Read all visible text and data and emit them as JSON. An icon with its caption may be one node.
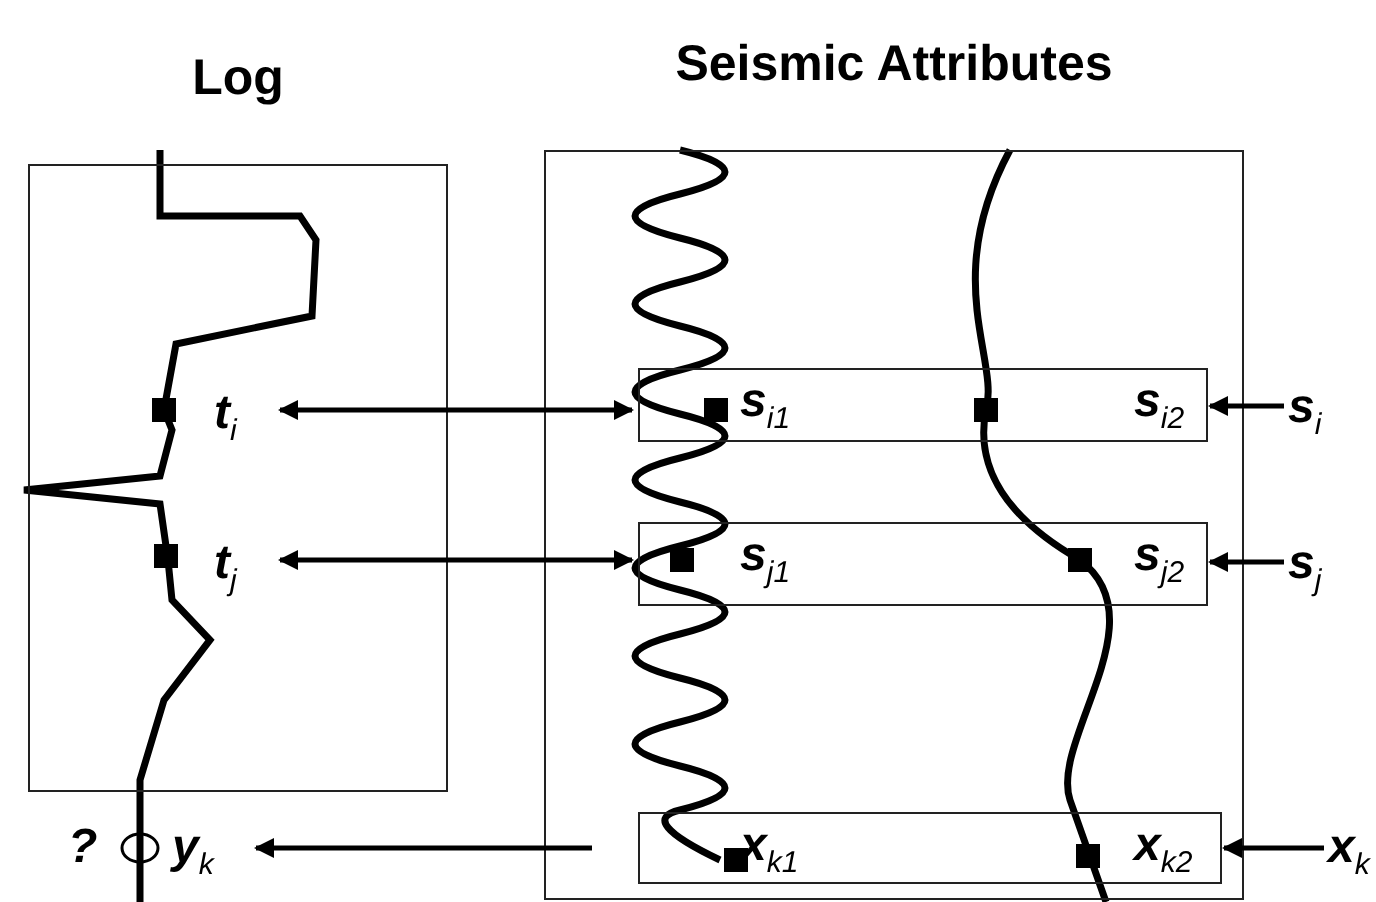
{
  "diagram": {
    "nodes": [
      {
        "text": [
          "Log"
        ]
      },
      {
        "text": [
          "Seismic Attributes"
        ]
      },
      {
        "text": [
          "t$_{i}$"
        ],
        "in": 0
      },
      {
        "text": [
          "t$_{j}$"
        ],
        "in": 0
      },
      {
        "text": [
          "s$_{i1}$",
          "s$_{i2}$"
        ],
        "in": 1
      },
      {
        "text": [
          "s$_{j1}$",
          "s$_{j2}$"
        ],
        "in": 1
      },
      {
        "text": [
          "x$_{k1}$",
          "x$_{k2}$"
        ],
        "in": 1
      },
      {
        "text": [
          "s$_{i}$"
        ]
      },
      {
        "text": [
          "s$_{j}$"
        ]
      },
      {
        "text": [
          "x$_{k}$"
        ]
      },
      {
        "text": [
          "y$_{k}$"
        ]
      }
    ],
    "edges": [
      {
        "from": 2,
        "to": 4,
        "arrow": "both"
      },
      {
        "from": 3,
        "to": 5,
        "arrow": "both"
      },
      {
        "from": 7,
        "to": 4,
        "arrow": "to"
      },
      {
        "from": 8,
        "to": 5,
        "arrow": "to"
      },
      {
        "from": 9,
        "to": 6,
        "arrow": "to"
      },
      {
        "from": 6,
        "to": 10,
        "arrow": "to"
      }
    ],
    "labels": [
      "?"
    ]
  }
}
